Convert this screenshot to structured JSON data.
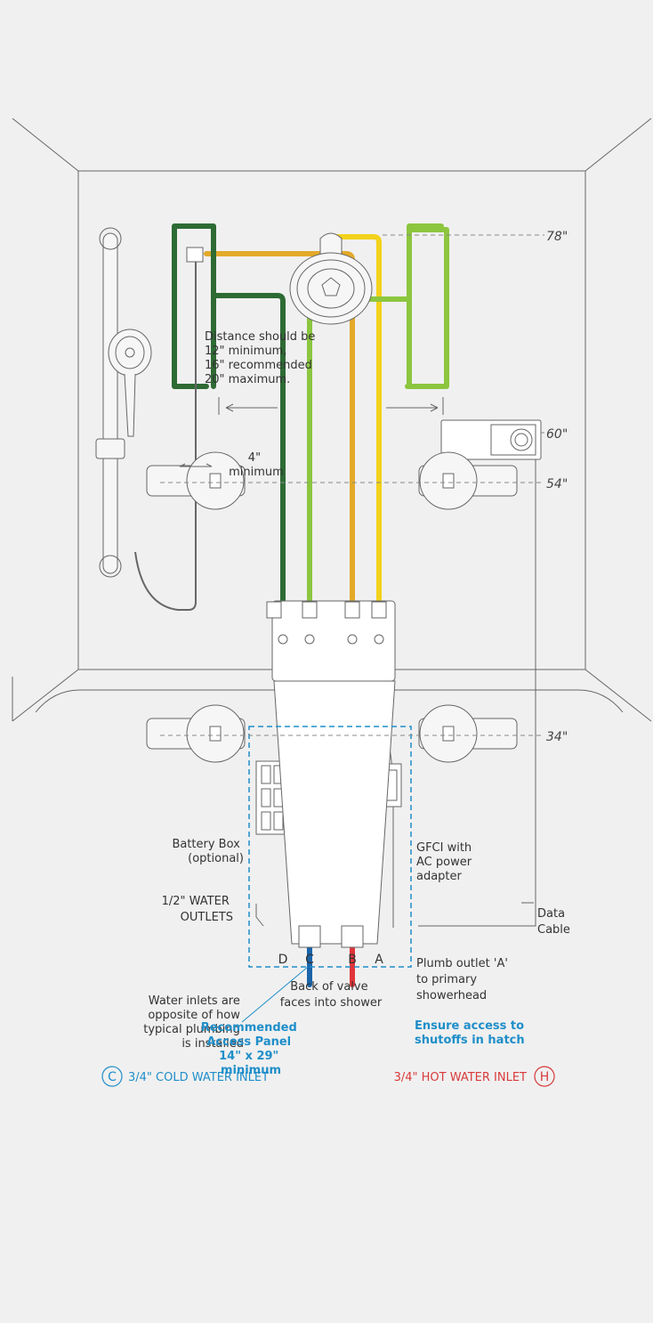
{
  "colors": {
    "background": "#f0f0f0",
    "line": "#666666",
    "pipe_yellow": "#f2d21b",
    "pipe_orange": "#e3aa2a",
    "pipe_dark_green": "#2e6b34",
    "pipe_light_green": "#8cc63f",
    "cold": "#1a64aa",
    "hot": "#e0353b",
    "accent_blue": "#1f8ec9",
    "hot_label": "#d93a3a"
  },
  "heights": {
    "h78": "78\"",
    "h60": "60\"",
    "h54": "54\"",
    "h34": "34\""
  },
  "notes": {
    "distance": [
      "Distance should be",
      "12\" minimum,",
      "16\" recommended",
      "20\" maximum."
    ],
    "four_min": [
      "4\"",
      "minimum"
    ],
    "battery_box": [
      "Battery Box",
      "(optional)"
    ],
    "gfci": [
      "GFCI with",
      "AC power",
      "adapter"
    ],
    "water_outlets": [
      "1/2\" WATER",
      "OUTLETS"
    ],
    "data_cable": [
      "Data",
      "Cable"
    ],
    "plumb_outlet": [
      "Plumb outlet 'A'",
      "to primary",
      "showerhead"
    ],
    "back_of_valve": [
      "Back of valve",
      "faces into shower"
    ],
    "water_inlets": [
      "Water inlets are",
      "opposite of how",
      "typical plumbing",
      "is installed"
    ],
    "ensure_access": [
      "Ensure access to",
      "shutoffs in hatch"
    ],
    "access_panel": [
      "Recommended",
      "Access Panel",
      "14\" x 29\"",
      "minimum"
    ]
  },
  "outlet_labels": [
    "D",
    "C",
    "B",
    "A"
  ],
  "inlets": {
    "cold_marker": "C",
    "cold_label": "3/4\" COLD WATER INLET",
    "hot_label": "3/4\" HOT WATER INLET",
    "hot_marker": "H"
  }
}
